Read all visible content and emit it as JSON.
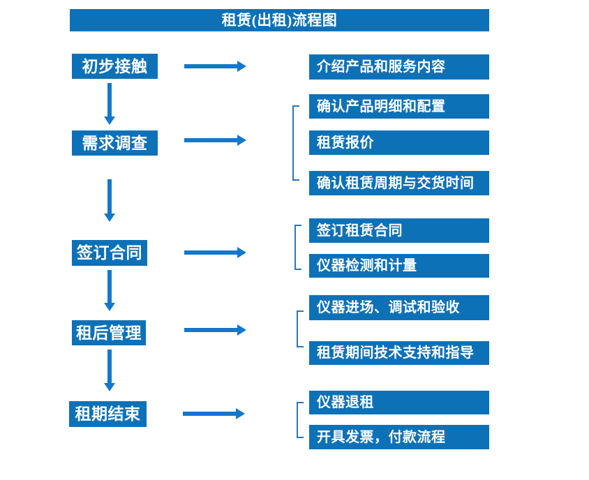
{
  "title": "租赁(出租)流程图",
  "colors": {
    "box_blue": "#0d71b8",
    "arrow_blue": "#1377cc",
    "bracket_blue": "#2e75b6",
    "text_white": "#ffffff"
  },
  "flow": [
    {
      "step": "初步接触",
      "outputs": [
        "介绍产品和服务内容"
      ]
    },
    {
      "step": "需求调查",
      "outputs": [
        "确认产品明细和配置",
        "租赁报价",
        "确认租赁周期与交货时间"
      ]
    },
    {
      "step": "签订合同",
      "outputs": [
        "签订租赁合同",
        "仪器检测和计量"
      ]
    },
    {
      "step": "租后管理",
      "outputs": [
        "仪器进场、调试和验收",
        "租赁期间技术支持和指导"
      ]
    },
    {
      "step": "租期结束",
      "outputs": [
        "仪器退租",
        "开具发票，付款流程"
      ]
    }
  ]
}
